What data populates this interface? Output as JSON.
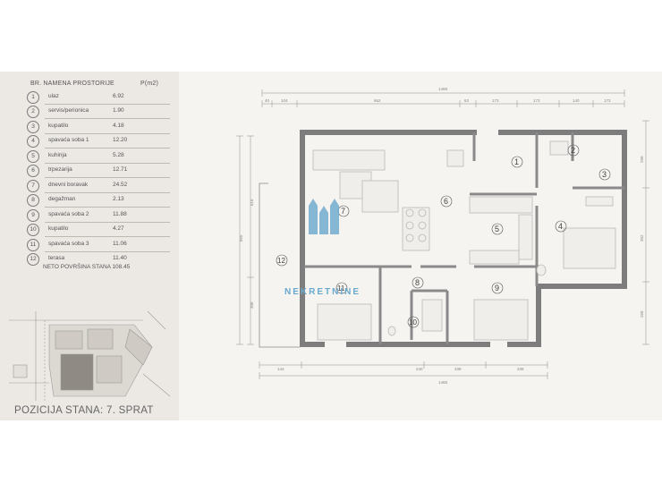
{
  "table": {
    "header_no_name": "BR. NAMENA PROSTORIJE",
    "header_area": "P(m2)",
    "rows": [
      {
        "num": "1",
        "name": "ulaz",
        "area": "6.92"
      },
      {
        "num": "2",
        "name": "servis/perionica",
        "area": "1.90"
      },
      {
        "num": "3",
        "name": "kupatilo",
        "area": "4.18"
      },
      {
        "num": "4",
        "name": "spavaća soba 1",
        "area": "12.20"
      },
      {
        "num": "5",
        "name": "kuhinja",
        "area": "5.28"
      },
      {
        "num": "6",
        "name": "trpezarija",
        "area": "12.71"
      },
      {
        "num": "7",
        "name": "dnevni boravak",
        "area": "24.52"
      },
      {
        "num": "8",
        "name": "degažman",
        "area": "2.13"
      },
      {
        "num": "9",
        "name": "spavaća soba 2",
        "area": "11.88"
      },
      {
        "num": "10",
        "name": "kupatilo",
        "area": "4.27"
      },
      {
        "num": "11",
        "name": "spavaća soba 3",
        "area": "11.06"
      },
      {
        "num": "12",
        "name": "terasa",
        "area": "11.40"
      }
    ],
    "net_area_label": "NETO POVRŠINA STANA 108.45"
  },
  "position_label": "POZICIJA STANA: 7. SPRAT",
  "watermark": {
    "text": "NEKRETNINE",
    "color": "#6aa9cf"
  },
  "plan": {
    "room_numbers": [
      "1",
      "2",
      "3",
      "4",
      "5",
      "6",
      "7",
      "8",
      "9",
      "10",
      "11",
      "12"
    ],
    "dims_top": [
      "1468",
      "40",
      "104",
      "662",
      "63",
      "173",
      "173",
      "140",
      "173"
    ],
    "dims_bottom": [
      "144",
      "240",
      "338",
      "338",
      "1468"
    ],
    "dims_left": [
      "616",
      "855",
      "308"
    ],
    "dims_right": [
      "260",
      "352",
      "258"
    ]
  },
  "colors": {
    "wall": "#8a8a8a",
    "furniture": "#b9b9b9",
    "panel": "#ece9e5",
    "sheet": "#f6f4f1"
  }
}
